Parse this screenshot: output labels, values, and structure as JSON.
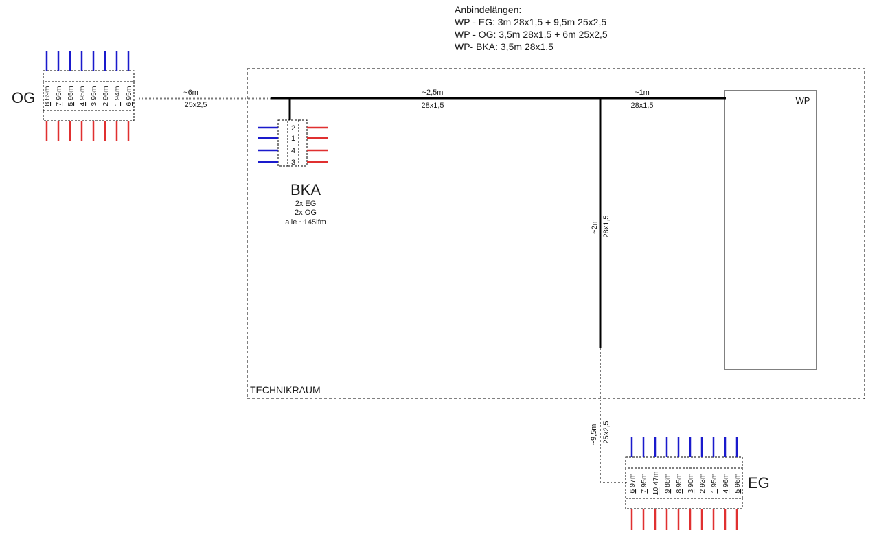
{
  "header": {
    "title": "Anbindelängen:",
    "lines": [
      "WP - EG: 3m 28x1,5 + 9,5m 25x2,5",
      "WP - OG: 3,5m 28x1,5 + 6m 25x2,5",
      "WP- BKA: 3,5m 28x1,5"
    ]
  },
  "room_label": "TECHNIKRAUM",
  "wp_label": "WP",
  "pipes": {
    "og_link": {
      "len": "~6m",
      "dim": "25x2,5"
    },
    "main_left": {
      "len": "~2,5m",
      "dim": "28x1,5"
    },
    "main_right": {
      "len": "~1m",
      "dim": "28x1,5"
    },
    "vertical": {
      "len": "~2m",
      "dim": "28x1,5"
    },
    "eg_link": {
      "len": "~9,5m",
      "dim": "25x2,5"
    }
  },
  "og": {
    "label": "OG",
    "circuits": [
      {
        "num": "8",
        "len": "89m",
        "underline": true
      },
      {
        "num": "7",
        "len": "95m",
        "underline": true
      },
      {
        "num": "5",
        "len": "95m",
        "underline": true
      },
      {
        "num": "4",
        "len": "95m",
        "underline": true
      },
      {
        "num": "3",
        "len": "95m",
        "underline": false
      },
      {
        "num": "2",
        "len": "96m",
        "underline": false
      },
      {
        "num": "1",
        "len": "94m",
        "underline": true
      },
      {
        "num": "6",
        "len": "95m",
        "underline": true
      }
    ]
  },
  "eg": {
    "label": "EG",
    "circuits": [
      {
        "num": "6",
        "len": "97m",
        "underline": true
      },
      {
        "num": "7",
        "len": "95m",
        "underline": true
      },
      {
        "num": "10",
        "len": "47m",
        "underline": true
      },
      {
        "num": "9",
        "len": "88m",
        "underline": true
      },
      {
        "num": "8",
        "len": "95m",
        "underline": true
      },
      {
        "num": "3",
        "len": "90m",
        "underline": true
      },
      {
        "num": "2",
        "len": "93m",
        "underline": false
      },
      {
        "num": "1",
        "len": "95m",
        "underline": true
      },
      {
        "num": "4",
        "len": "96m",
        "underline": true
      },
      {
        "num": "5",
        "len": "96m",
        "underline": true
      }
    ]
  },
  "bka": {
    "label": "BKA",
    "notes": [
      "2x EG",
      "2x OG",
      "alle ~145lfm"
    ],
    "circuits": [
      "2",
      "1",
      "4",
      "3"
    ]
  },
  "colors": {
    "supply": "#1a1acc",
    "return": "#e03030",
    "line": "#000000"
  }
}
